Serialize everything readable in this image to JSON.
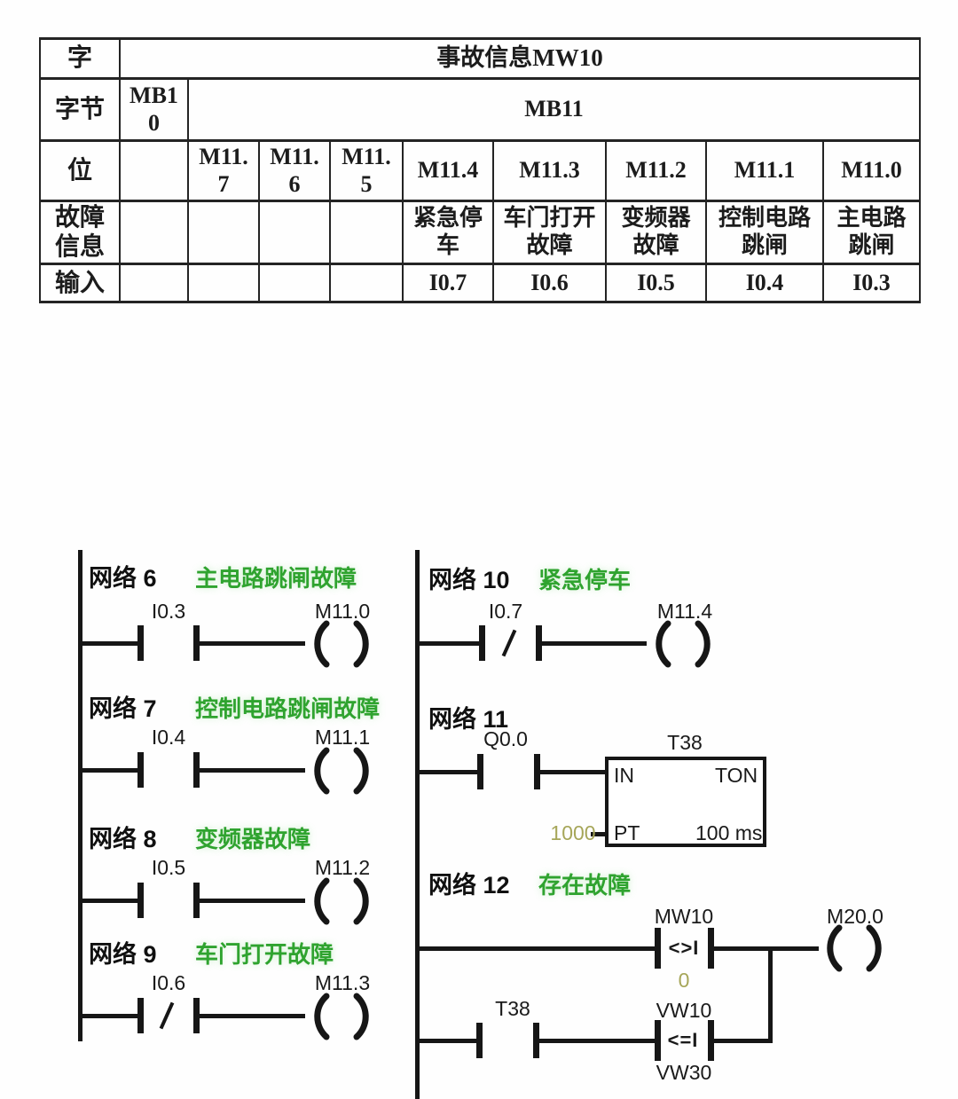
{
  "table": {
    "row_word": {
      "label": "字",
      "value": "事故信息MW10"
    },
    "row_byte": {
      "label": "字节",
      "mb10": "MB10",
      "mb11": "MB11"
    },
    "row_bit": {
      "label": "位",
      "cells": [
        "M11.7",
        "M11.6",
        "M11.5",
        "M11.4",
        "M11.3",
        "M11.2",
        "M11.1",
        "M11.0"
      ]
    },
    "row_fault": {
      "label": "故障信息",
      "cells": [
        "",
        "",
        "",
        "紧急停车",
        "车门打开故障",
        "变频器故障",
        "控制电路跳闸",
        "主电路跳闸"
      ]
    },
    "row_input": {
      "label": "输入",
      "cells": [
        "",
        "",
        "",
        "I0.7",
        "I0.6",
        "I0.5",
        "I0.4",
        "I0.3"
      ]
    }
  },
  "ladder": {
    "colors": {
      "title_green": "#2fa32f",
      "value_olive": "#a6a659",
      "line_black": "#161616"
    },
    "networks": [
      {
        "label": "网络 6",
        "title": "主电路跳闸故障",
        "contact": "I0.3",
        "contact_type": "NO",
        "coil": "M11.0"
      },
      {
        "label": "网络 7",
        "title": "控制电路跳闸故障",
        "contact": "I0.4",
        "contact_type": "NO",
        "coil": "M11.1"
      },
      {
        "label": "网络 8",
        "title": "变频器故障",
        "contact": "I0.5",
        "contact_type": "NO",
        "coil": "M11.2"
      },
      {
        "label": "网络 9",
        "title": "车门打开故障",
        "contact": "I0.6",
        "contact_type": "NC",
        "coil": "M11.3"
      },
      {
        "label": "网络 10",
        "title": "紧急停车",
        "contact": "I0.7",
        "contact_type": "NC",
        "coil": "M11.4"
      },
      {
        "label": "网络 11",
        "contact": "Q0.0",
        "contact_type": "NO",
        "timer": {
          "name": "T38",
          "in_label": "IN",
          "type": "TON",
          "pt_label": "PT",
          "preset": "1000",
          "time_base": "100 ms"
        }
      },
      {
        "label": "网络 12",
        "title": "存在故障",
        "branch1": {
          "operand1": "MW10",
          "op": "<>I",
          "operand2": "0"
        },
        "coil": "M20.0",
        "branch2": {
          "contact": "T38",
          "operand1": "VW10",
          "op": "<=I",
          "operand2": "VW30"
        }
      }
    ]
  }
}
